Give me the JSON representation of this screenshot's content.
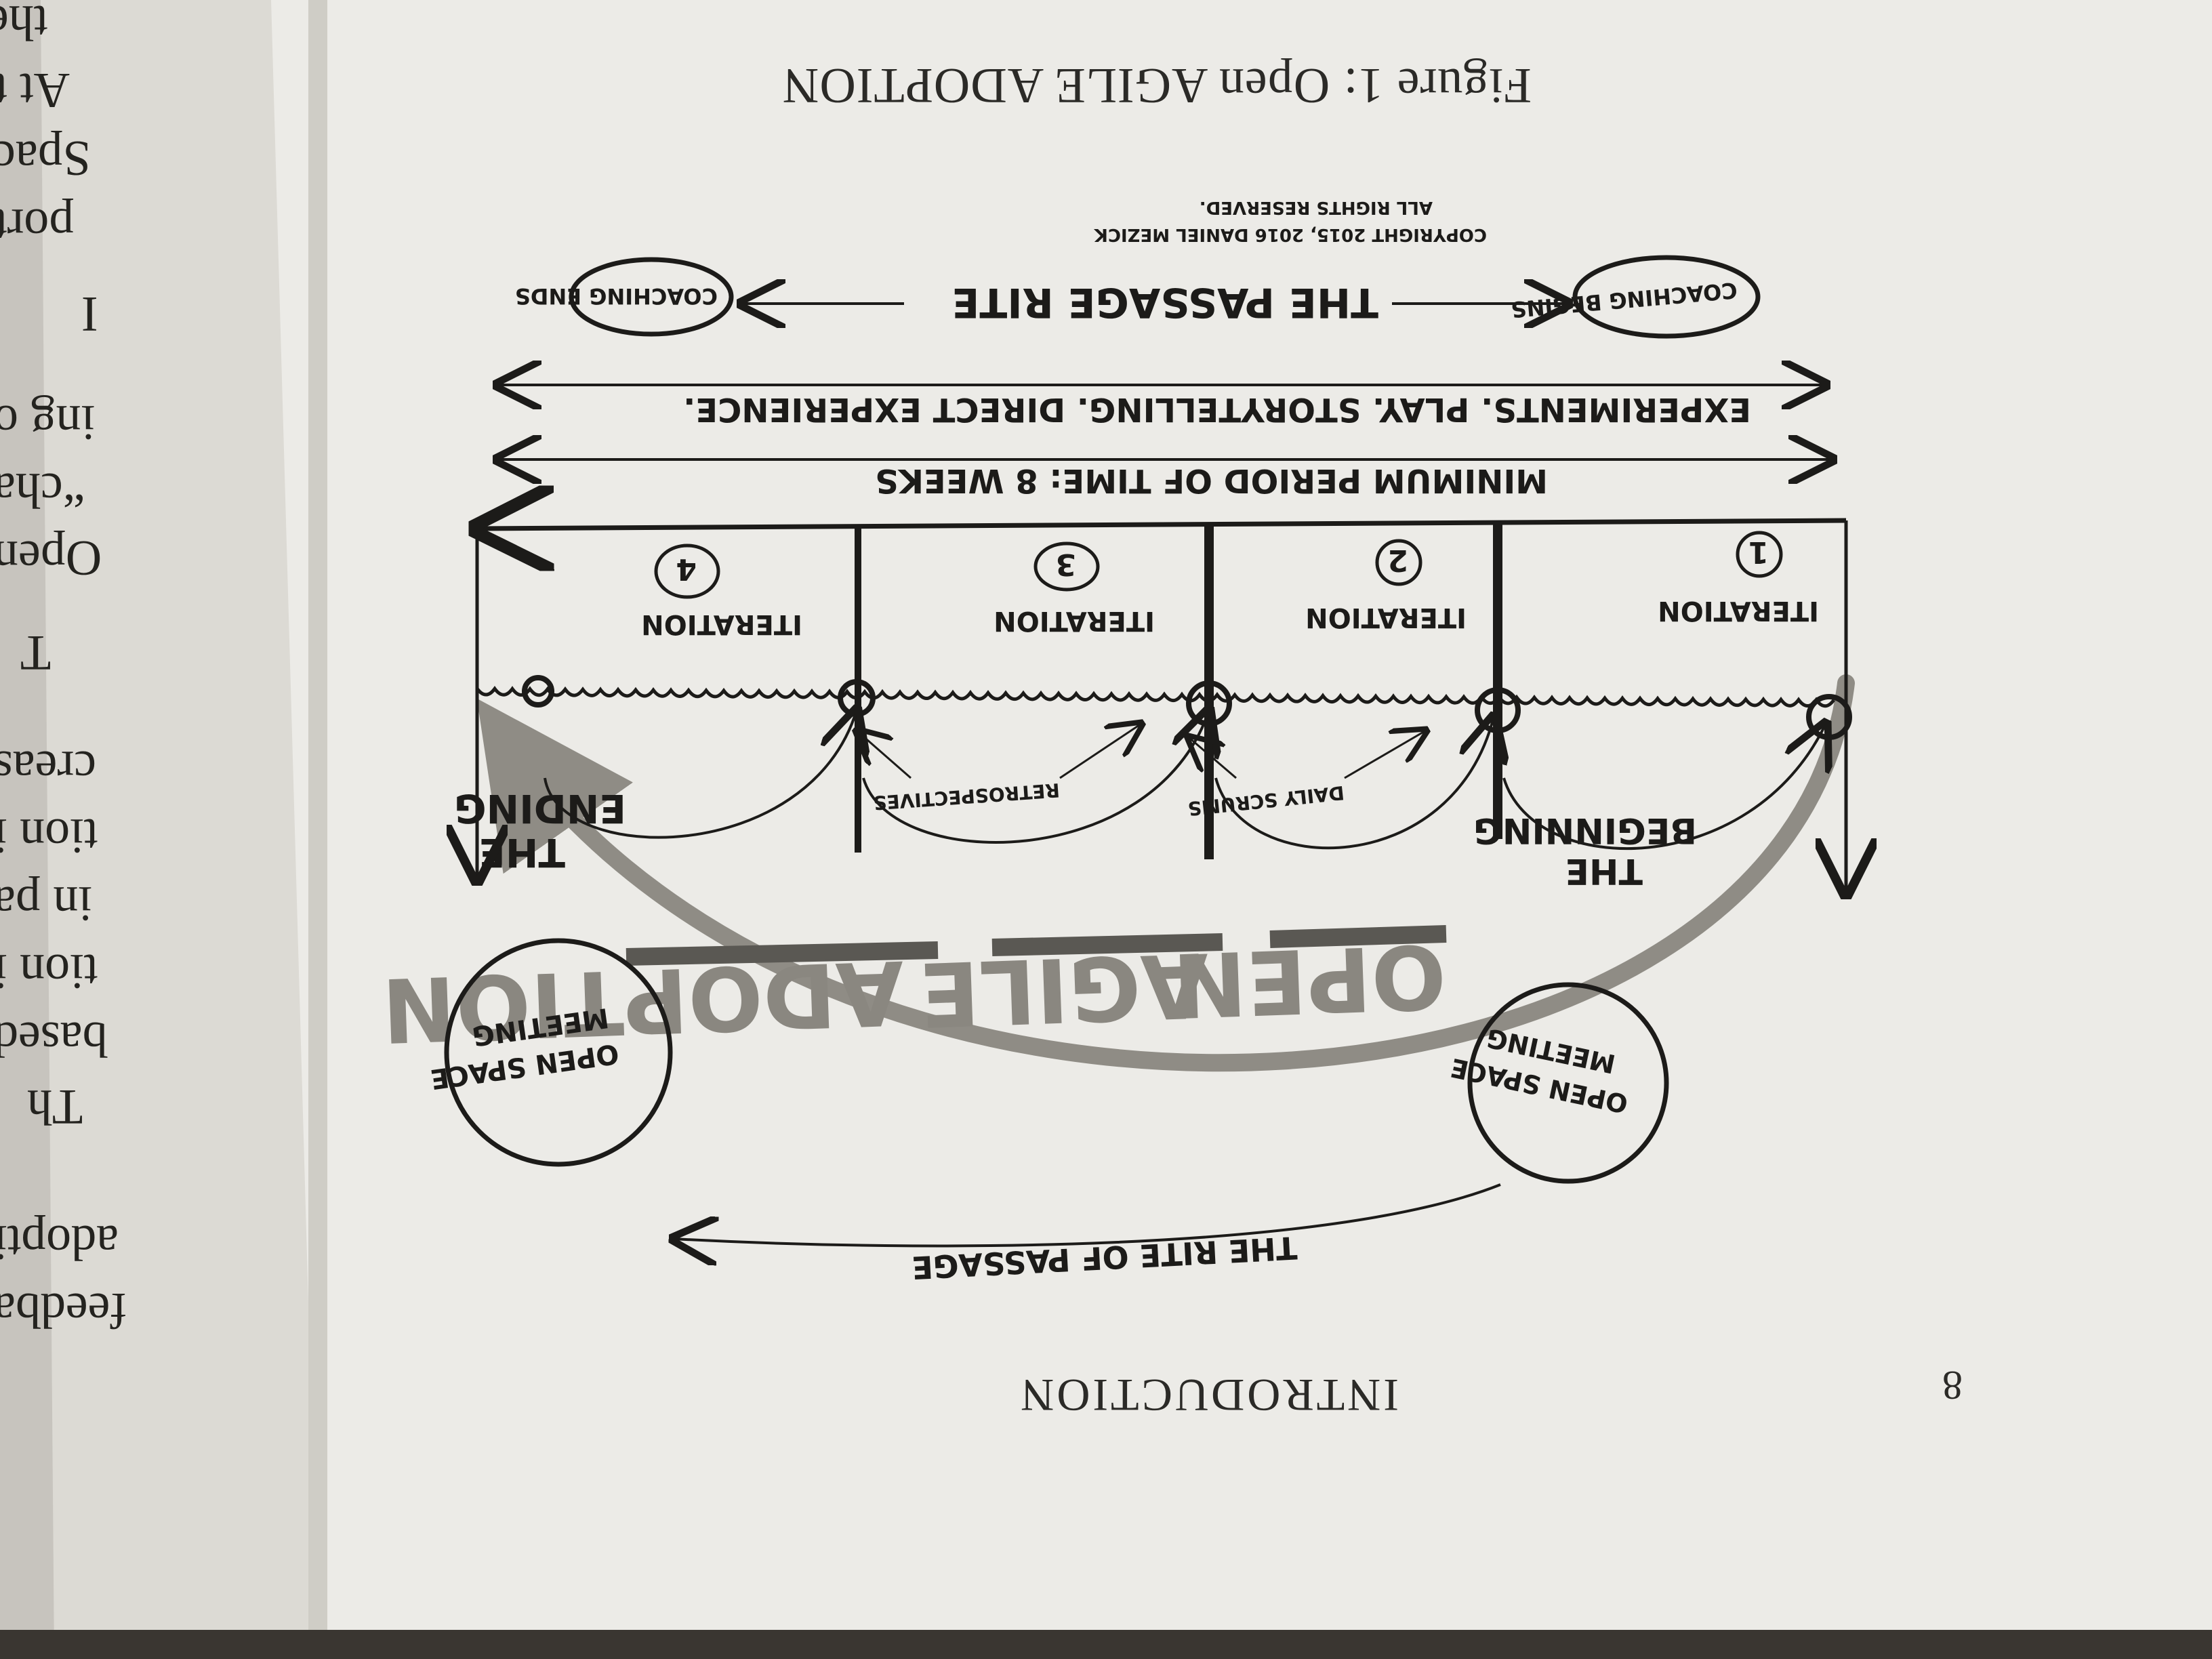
{
  "colors": {
    "table": "#2c2a26",
    "page_right": "#ecebe7",
    "page_left": "#dcdad4",
    "ink": "#1c1b19",
    "grey_ink": "#8a8780"
  },
  "page": {
    "caption": "Figure 1: Open AGILE ADOPTION",
    "footer": "INTRODUCTION",
    "page_number": "8"
  },
  "left_page": {
    "lines": [
      "the",
      "At t",
      "Spac",
      "port",
      "I",
      "ing o",
      "“cha",
      "Open",
      "T",
      "creas",
      "tion i",
      "in pa",
      "tion i",
      "based",
      "Th",
      "adopti",
      "feedba"
    ]
  },
  "diagram": {
    "copyright_line1": "COPYRIGHT 2015, 2016 DANIEL MEZICK",
    "copyright_line2": "ALL RIGHTS RESERVED.",
    "coaching_begins": "COACHING BEGINS",
    "coaching_ends": "COACHING ENDS",
    "passage_rite": "THE PASSAGE RITE",
    "experiments": "EXPERIMENTS. PLAY. STORYTELLING. DIRECT EXPERIENCE.",
    "minimum_period": "MINIMUM PERIOD OF TIME: 8 WEEKS",
    "iterations": [
      {
        "label": "ITERATION",
        "number": "1"
      },
      {
        "label": "ITERATION",
        "number": "2"
      },
      {
        "label": "ITERATION",
        "number": "3"
      },
      {
        "label": "ITERATION",
        "number": "4"
      }
    ],
    "daily_scrums": "DAILY SCRUMS",
    "retrospectives": "RETROSPECTIVES",
    "title_words": [
      "OPEN",
      "AGILE",
      "ADOPTION"
    ],
    "begin_meeting": [
      "OPEN SPACE",
      "MEETING"
    ],
    "end_meeting": [
      "OPEN SPACE",
      "MEETING"
    ],
    "rite_of_passage": "THE RITE OF PASSAGE",
    "the_beginning": [
      "THE",
      "BEGINNING"
    ],
    "the_ending": [
      "THE",
      "ENDING"
    ]
  }
}
